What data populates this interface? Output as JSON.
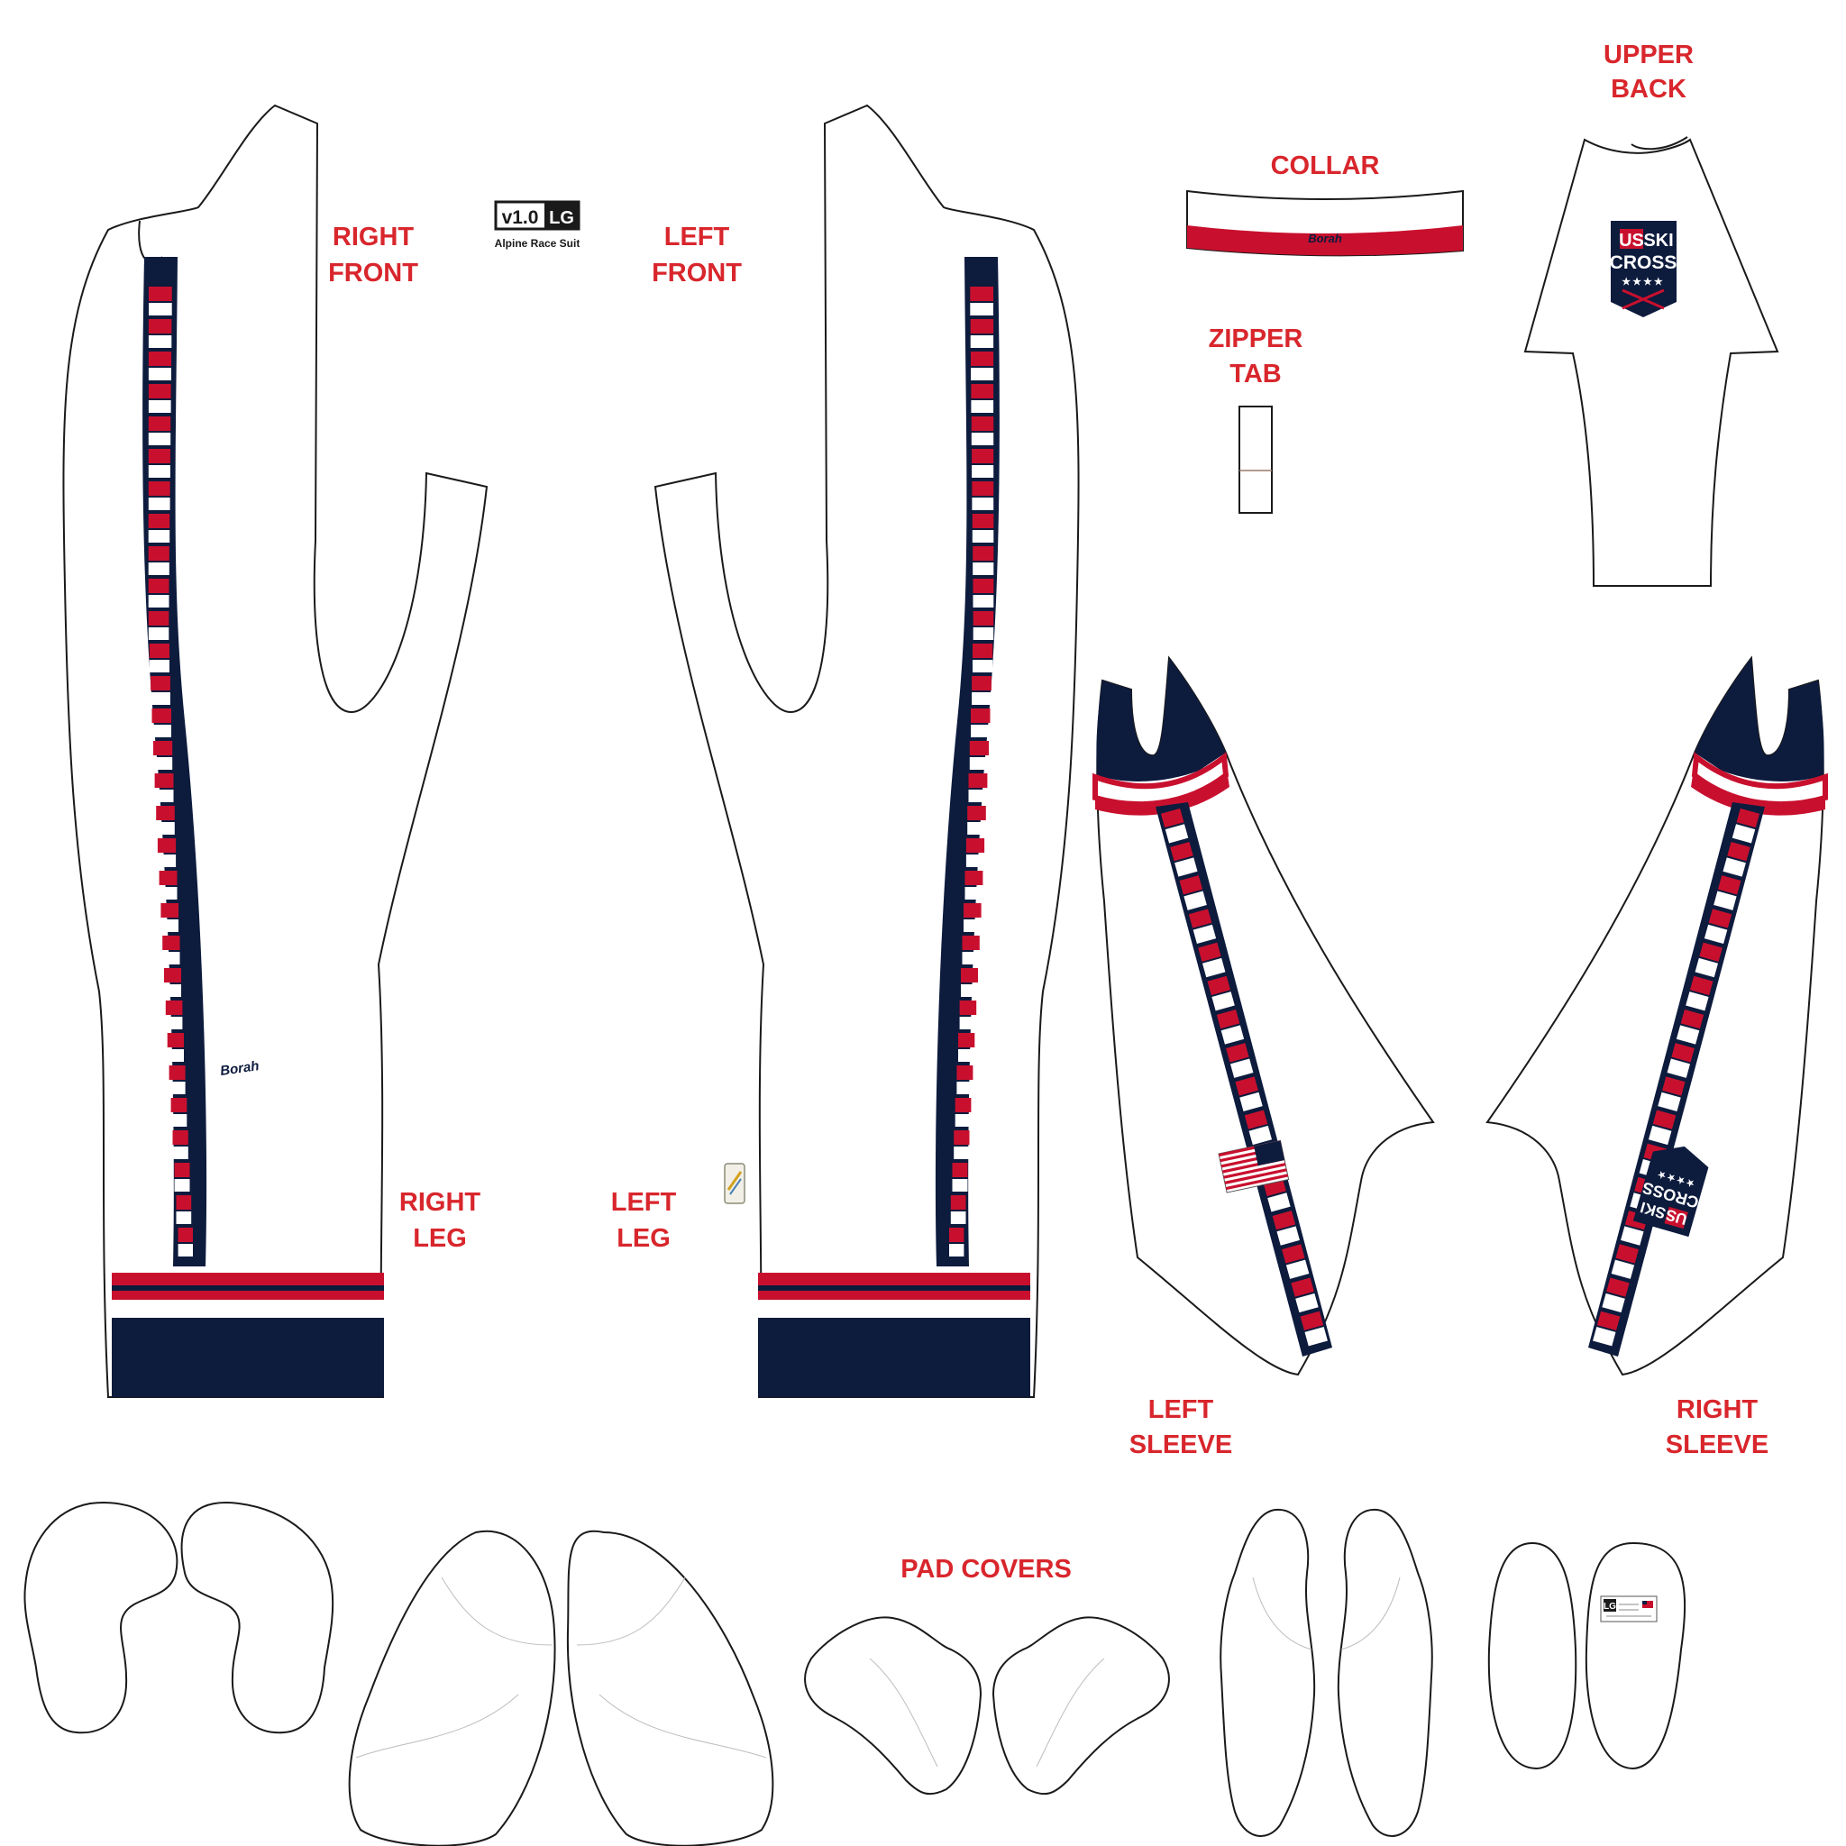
{
  "colors": {
    "navy": "#0d1b3d",
    "red": "#c8102e",
    "label_red": "#d8262c",
    "white": "#ffffff",
    "outline": "#1a1a1a"
  },
  "labels": {
    "right_front": [
      "RIGHT",
      "FRONT"
    ],
    "left_front": [
      "LEFT",
      "FRONT"
    ],
    "right_leg": [
      "RIGHT",
      "LEG"
    ],
    "left_leg": [
      "LEFT",
      "LEG"
    ],
    "collar": "COLLAR",
    "zipper_tab": [
      "ZIPPER",
      "TAB"
    ],
    "upper_back": [
      "UPPER",
      "BACK"
    ],
    "left_sleeve": [
      "LEFT",
      "SLEEVE"
    ],
    "right_sleeve": [
      "RIGHT",
      "SLEEVE"
    ],
    "pad_covers": "PAD COVERS"
  },
  "version_tag": {
    "version": "v1.0",
    "size": "LG",
    "product": "Alpine Race Suit"
  },
  "brand": "Borah",
  "team_logo": {
    "line1_a": "US",
    "line1_b": "SKI",
    "line2": "CROSS",
    "stars": "★★★★"
  },
  "size_tag": "LG",
  "icons": [
    "us-flag-icon",
    "fis-label-icon",
    "borah-logo-icon"
  ]
}
